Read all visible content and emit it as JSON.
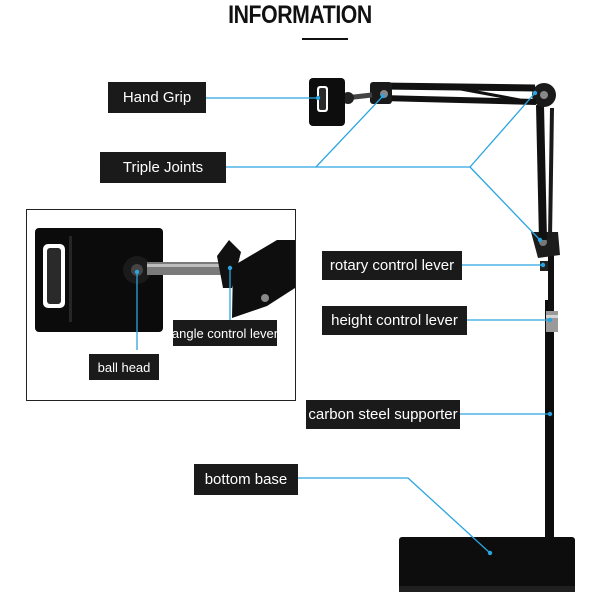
{
  "header": {
    "title": "INFORMATION"
  },
  "labels": {
    "hand_grip": "Hand Grip",
    "triple_joints": "Triple Joints",
    "rotary_control_lever": "rotary control lever",
    "height_control_lever": "height control lever",
    "carbon_steel_supporter": "carbon steel supporter",
    "bottom_base": "bottom base",
    "angle_control_lever": "angle control lever",
    "ball_head": "ball head"
  },
  "colors": {
    "callout_line": "#2aa5e0",
    "label_bg": "#1a1a1a",
    "product": "#0d0d0d"
  }
}
